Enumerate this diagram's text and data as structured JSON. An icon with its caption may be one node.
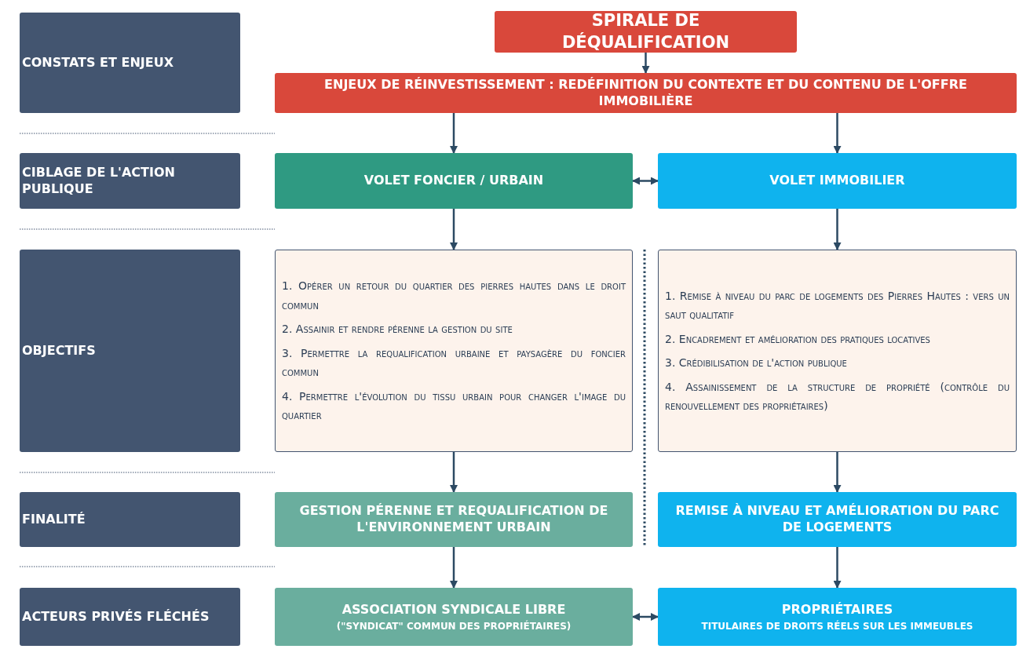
{
  "diagram": {
    "nodes": [
      {
        "text": [
          "CONSTATS ET ENJEUX"
        ]
      },
      {
        "text": [
          "CIBLAGE DE L'ACTION PUBLIQUE"
        ]
      },
      {
        "text": [
          "OBJECTIFS"
        ]
      },
      {
        "text": [
          "FINALITÉ"
        ]
      },
      {
        "text": [
          "ACTEURS PRIVÉS FLÉCHÉS"
        ]
      },
      {
        "text": [
          "SPIRALE DE DÉQUALIFICATION"
        ]
      },
      {
        "text": [
          "ENJEUX DE RÉINVESTISSEMENT : REDÉFINITION DU CONTEXTE ET DU CONTENU DE L'OFFRE IMMOBILIÈRE"
        ]
      },
      {
        "text": [
          "VOLET FONCIER / URBAIN"
        ]
      },
      {
        "text": [
          "VOLET IMMOBILIER"
        ]
      },
      {
        "text": [
          "1. Opérer un retour du quartier des pierres hautes dans le droit commun",
          "2. Assainir et rendre pérenne la gestion du site",
          "3. Permettre la requalification urbaine et paysagère du foncier commun",
          "4. Permettre l'évolution du tissu urbain pour changer l'image du quartier"
        ]
      },
      {
        "text": [
          "1. Remise à niveau du parc de logements des Pierres Hautes : vers un saut qualitatif",
          "2. Encadrement et amélioration des pratiques locatives",
          "3. Crédibilisation de l'action publique",
          "4. Assainissement de la structure de propriété (contrôle du renouvellement des propriétaires)"
        ]
      },
      {
        "text": [
          "GESTION PÉRENNE ET REQUALIFICATION DE L'ENVIRONNEMENT URBAIN"
        ]
      },
      {
        "text": [
          "REMISE À NIVEAU ET AMÉLIORATION DU PARC DE LOGEMENTS"
        ]
      },
      {
        "text": [
          "ASSOCIATION SYNDICALE LIBRE",
          "(\"SYNDICAT\" COMMUN DES PROPRIÉTAIRES)"
        ]
      },
      {
        "text": [
          "PROPRIÉTAIRES",
          "TITULAIRES DE DROITS RÉELS SUR LES IMMEUBLES"
        ]
      }
    ],
    "edges": [
      {
        "from": 5,
        "to": 6,
        "arrow": "to"
      },
      {
        "from": 6,
        "to": 7,
        "arrow": "to"
      },
      {
        "from": 6,
        "to": 8,
        "arrow": "to"
      },
      {
        "from": 7,
        "to": 8,
        "arrow": "both"
      },
      {
        "from": 7,
        "to": 9,
        "arrow": "to"
      },
      {
        "from": 8,
        "to": 10,
        "arrow": "to"
      },
      {
        "from": 9,
        "to": 11,
        "arrow": "to"
      },
      {
        "from": 10,
        "to": 12,
        "arrow": "to"
      },
      {
        "from": 11,
        "to": 13,
        "arrow": "to"
      },
      {
        "from": 12,
        "to": 14,
        "arrow": "to"
      },
      {
        "from": 13,
        "to": 14,
        "arrow": "both"
      }
    ]
  }
}
